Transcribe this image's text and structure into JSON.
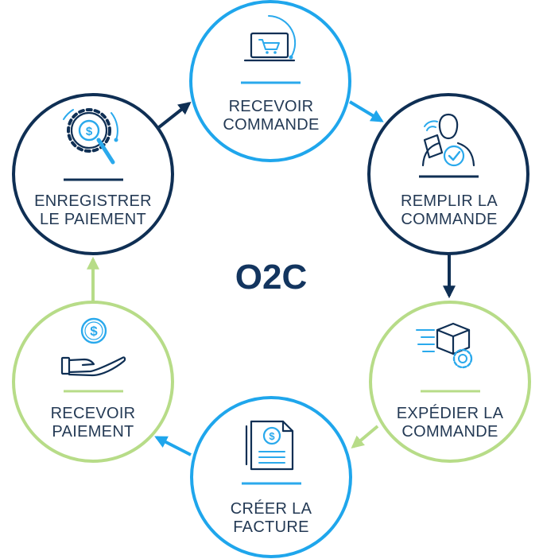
{
  "title": "O2C",
  "colors": {
    "navy": "#0f2f54",
    "blue": "#1fa6ec",
    "green": "#b7dc88",
    "icon_dark": "#0f2f54",
    "icon_light": "#2aa9ec"
  },
  "steps": [
    {
      "id": "recevoir-commande",
      "line1": "RECEVOIR",
      "line2": "COMMANDE",
      "ring": "blue",
      "icon": "laptop-cart-icon"
    },
    {
      "id": "remplir-commande",
      "line1": "REMPLIR LA",
      "line2": "COMMANDE",
      "ring": "navy",
      "icon": "person-tablet-check-icon"
    },
    {
      "id": "expedier-commande",
      "line1": "EXPÉDIER LA",
      "line2": "COMMANDE",
      "ring": "green",
      "icon": "box-gear-icon"
    },
    {
      "id": "creer-facture",
      "line1": "CRÉER LA",
      "line2": "FACTURE",
      "ring": "blue",
      "icon": "invoice-dollar-icon"
    },
    {
      "id": "recevoir-paiement",
      "line1": "RECEVOIR",
      "line2": "PAIEMENT",
      "ring": "green",
      "icon": "hand-coin-icon"
    },
    {
      "id": "enregistrer-paiement",
      "line1": "ENREGISTRER",
      "line2": "LE PAIEMENT",
      "ring": "navy",
      "icon": "gear-magnifier-dollar-icon"
    }
  ]
}
